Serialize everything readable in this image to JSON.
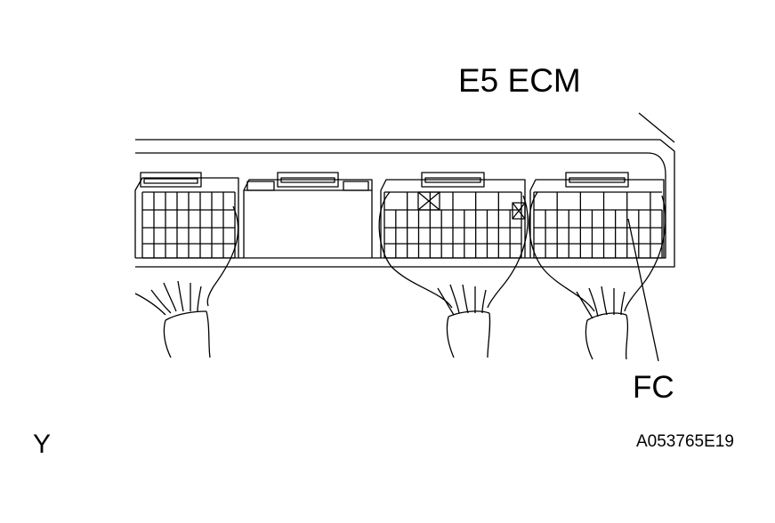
{
  "labels": {
    "connector": "E5 ECM",
    "terminal": "FC",
    "corner_mark": "Y",
    "figure_code": "A053765E19"
  },
  "colors": {
    "line": "#000000",
    "background": "#ffffff"
  }
}
